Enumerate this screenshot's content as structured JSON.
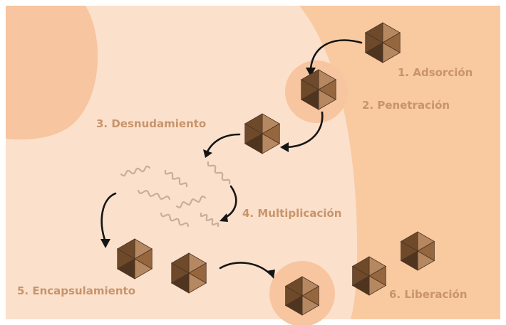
{
  "colors": {
    "cell_outer": "#f9c9a0",
    "cell_inner": "#fbe0cc",
    "nucleus": "#f7c59f",
    "label": "#c8946a",
    "arrow": "#151515",
    "dna": "#c7b096",
    "capsid_face_light": "#b58862",
    "capsid_face_mid": "#96673f",
    "capsid_face_dark": "#6e4a2b",
    "capsid_face_darkest": "#4f3520"
  },
  "icons": {
    "virus": "hexagonal-capsid-icon",
    "genetic_material": "wavy-strand-icon",
    "step_arrow": "curved-arrow-icon"
  },
  "steps": [
    {
      "id": "adsorcion",
      "label": "1. Adsorción"
    },
    {
      "id": "penetracion",
      "label": "2. Penetración"
    },
    {
      "id": "desnudamiento",
      "label": "3. Desnudamiento"
    },
    {
      "id": "multiplicacion",
      "label": "4. Multiplicación"
    },
    {
      "id": "encapsulamiento",
      "label": "5. Encapsulamiento"
    },
    {
      "id": "liberacion",
      "label": "6. Liberación"
    }
  ]
}
